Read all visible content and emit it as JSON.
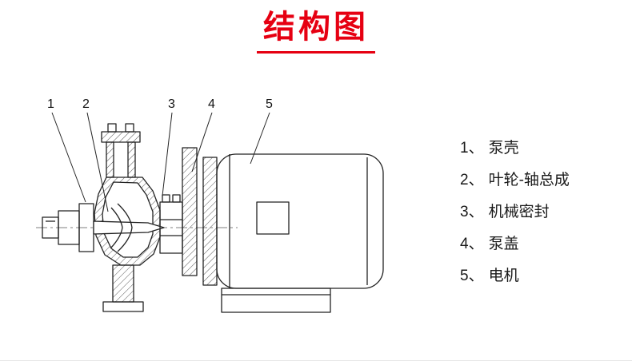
{
  "page": {
    "title": "结构图",
    "title_color": "#e60012",
    "background": "#ffffff"
  },
  "diagram": {
    "type": "pump-motor-cross-section",
    "callouts": [
      "1",
      "2",
      "3",
      "4",
      "5"
    ]
  },
  "legend": {
    "items": [
      {
        "num": "1、",
        "label": "泵壳"
      },
      {
        "num": "2、",
        "label": "叶轮-轴总成"
      },
      {
        "num": "3、",
        "label": "机械密封"
      },
      {
        "num": "4、",
        "label": "泵盖"
      },
      {
        "num": "5、",
        "label": "电机"
      }
    ]
  }
}
